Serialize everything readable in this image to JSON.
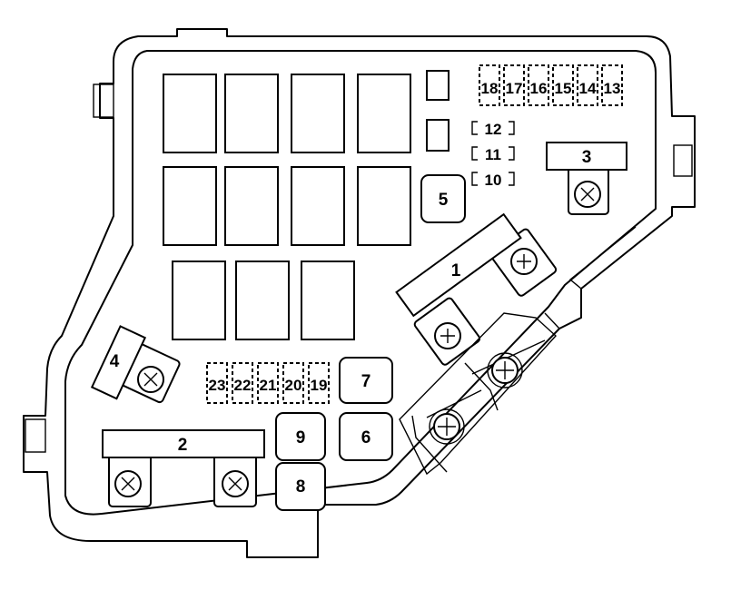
{
  "fuse_box": {
    "big_fuses": {
      "f1": "1",
      "f2": "2",
      "f3": "3",
      "f4": "4"
    },
    "block_fuses": {
      "f5": "5",
      "f6": "6",
      "f7": "7",
      "f8": "8",
      "f9": "9"
    },
    "small_fuses_top": [
      "18",
      "17",
      "16",
      "15",
      "14",
      "13"
    ],
    "small_fuses_side": [
      "12",
      "11",
      "10"
    ],
    "small_fuses_bottom": [
      "23",
      "22",
      "21",
      "20",
      "19"
    ]
  }
}
